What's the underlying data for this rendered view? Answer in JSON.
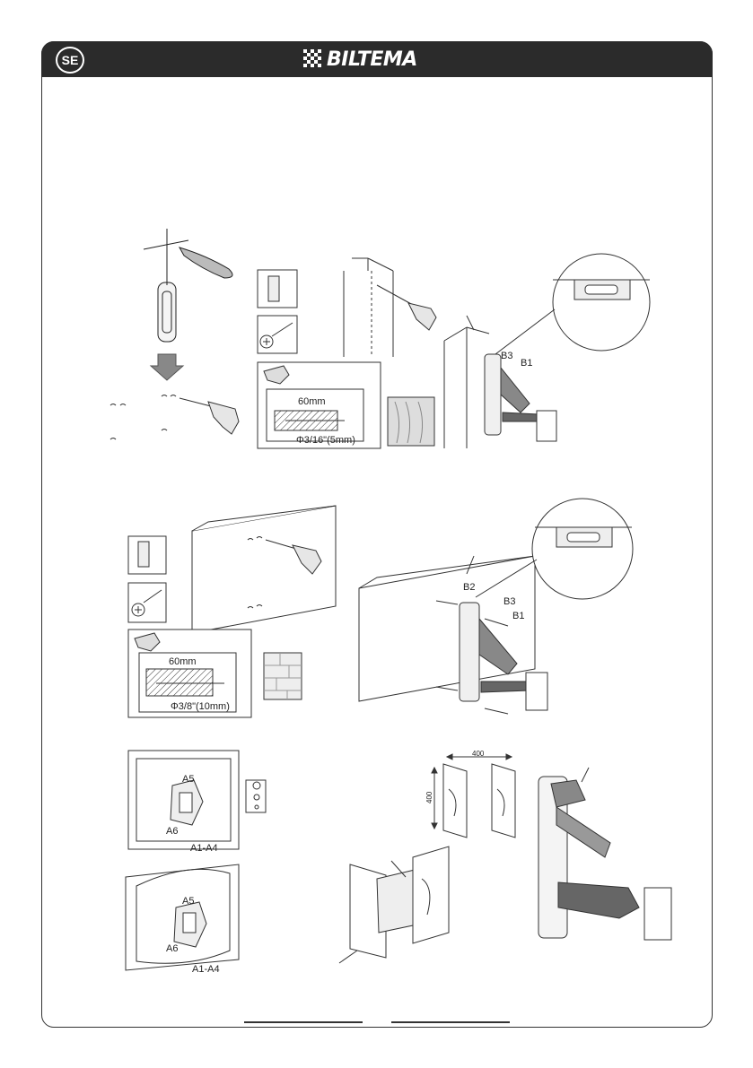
{
  "header": {
    "lang_code": "SE",
    "brand": "BILTEMA"
  },
  "step1": {
    "drill_depth": "60mm",
    "drill_diameter": "Φ3/16\"(5mm)",
    "labels": {
      "b3": "B3",
      "b1": "B1"
    }
  },
  "step2": {
    "drill_depth": "60mm",
    "drill_diameter": "Φ3/8\"(10mm)",
    "labels": {
      "b2": "B2",
      "b3": "B3",
      "b1": "B1"
    }
  },
  "step3": {
    "top_labels": {
      "a5": "A5",
      "a6": "A6",
      "a1a4": "A1-A4"
    },
    "bottom_labels": {
      "a5": "A5",
      "a6": "A6",
      "a1a4": "A1-A4"
    },
    "width_dim": "400",
    "height_dim": "400"
  },
  "icons": [
    "brand-checker-icon",
    "level-icon",
    "screwdriver-icon",
    "drill-icon",
    "wood-texture-icon",
    "brick-texture-icon",
    "arrow-down-icon",
    "bubble-level-icon"
  ]
}
